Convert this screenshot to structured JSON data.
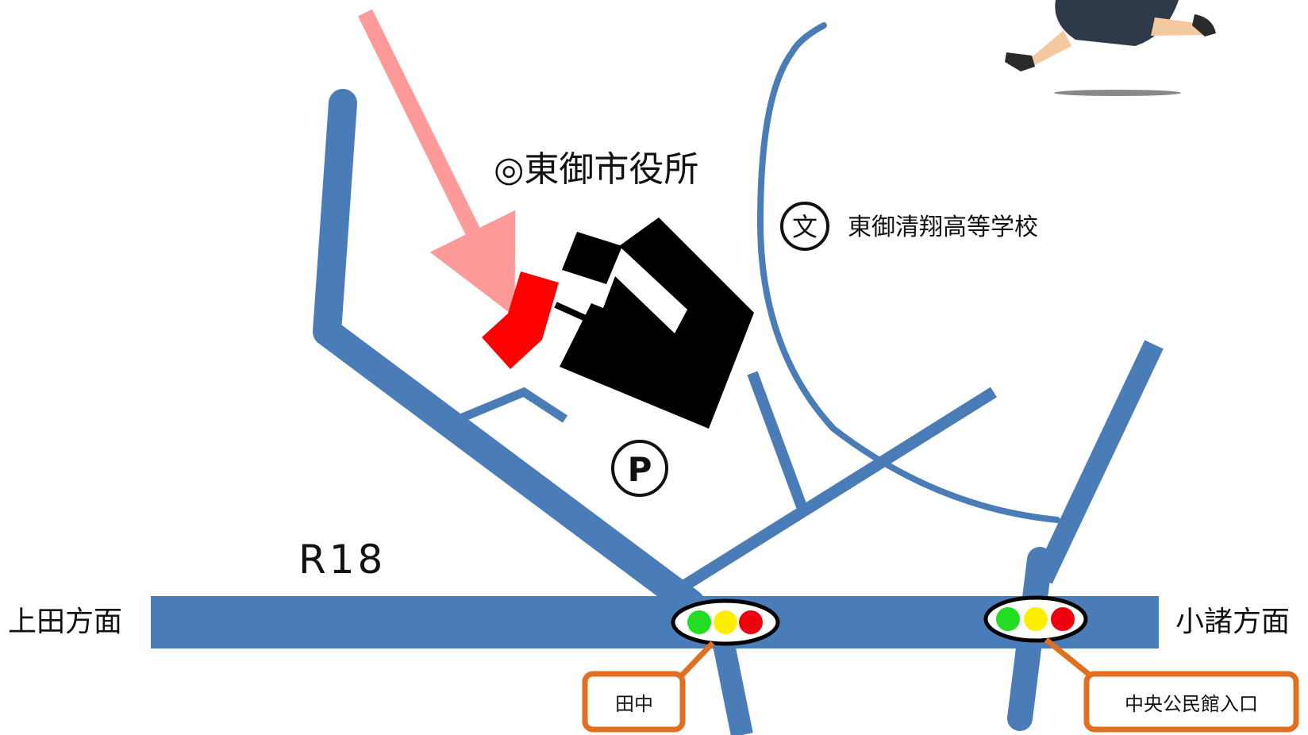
{
  "map": {
    "title": "◎東御市役所",
    "school": {
      "symbol": "文",
      "label": "東御清翔高等学校"
    },
    "parking": {
      "symbol": "P"
    },
    "route": {
      "label": "R18"
    },
    "directions": {
      "west": "上田方面",
      "east": "小諸方面"
    },
    "signals": [
      {
        "name": "田中"
      },
      {
        "name": "中央公民館入口"
      }
    ],
    "colors": {
      "road": "#4a7cb8",
      "arrow": "#ff9a9a",
      "entrance": "#ff0000",
      "building": "#000000",
      "callout": "#e07020",
      "signal_green": "#22dd22",
      "signal_yellow": "#ffee00",
      "signal_red": "#ee0011"
    }
  }
}
